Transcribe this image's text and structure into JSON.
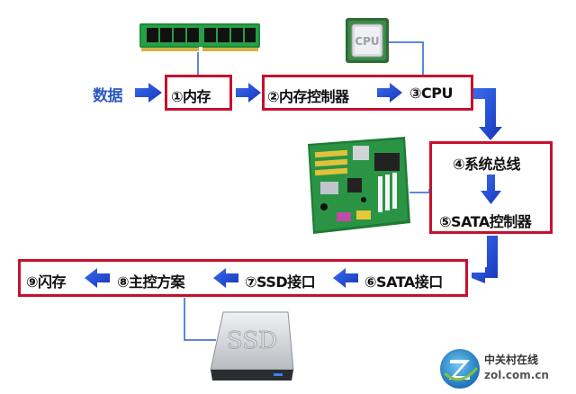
{
  "input": {
    "label": "数据"
  },
  "nodes": {
    "memory": "①内存",
    "memory_controller": "②内存控制器",
    "cpu": "③CPU",
    "system_bus": "④系统总线",
    "sata_controller": "⑤SATA控制器",
    "sata_port": "⑥SATA接口",
    "ssd_port": "⑦SSD接口",
    "main_controller": "⑧主控方案",
    "flash": "⑨闪存"
  },
  "chips": {
    "cpu_mark": "CPU"
  },
  "ssd": {
    "label": "SSD"
  },
  "logo": {
    "name": "中关村在线",
    "url": "zol.com.cn"
  },
  "colors": {
    "box_border": "#c8102e",
    "arrow": "#1f4fe0",
    "connector": "#2b5fd0",
    "input_text": "#2b59c3"
  }
}
